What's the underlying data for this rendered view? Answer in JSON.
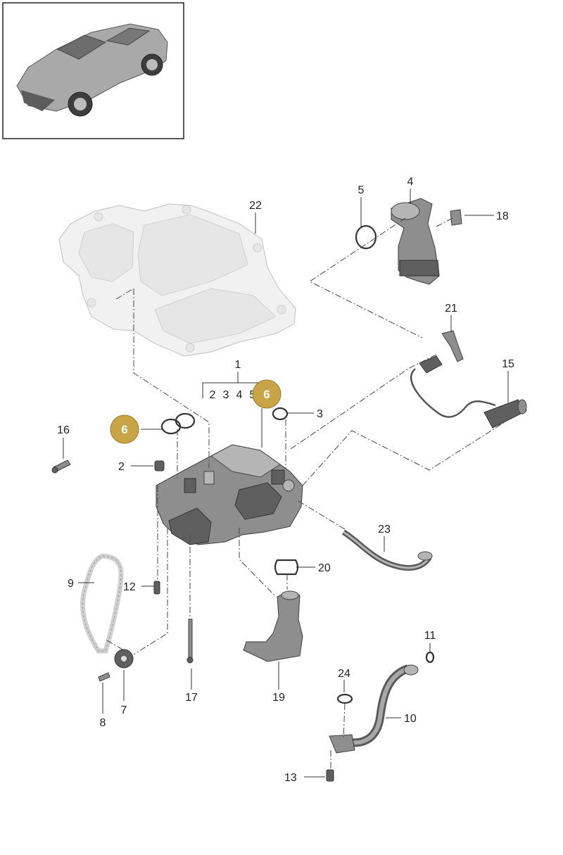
{
  "callouts": {
    "c1": "1",
    "c2": "2",
    "c3": "3",
    "c4": "4",
    "c5": "5",
    "c7": "7",
    "c8": "8",
    "c9": "9",
    "c10": "10",
    "c11": "11",
    "c12": "12",
    "c13": "13",
    "c15": "15",
    "c16": "16",
    "c17": "17",
    "c18": "18",
    "c19": "19",
    "c20": "20",
    "c21": "21",
    "c22": "22",
    "c23": "23",
    "c24": "24"
  },
  "sub_items": [
    "2",
    "3",
    "4",
    "5"
  ],
  "badges": {
    "main": "6",
    "left": "6"
  },
  "colors": {
    "badge": "#c8a447",
    "line": "#333333",
    "part": "#8e8e8e",
    "ghost": "#f1f1f1"
  }
}
